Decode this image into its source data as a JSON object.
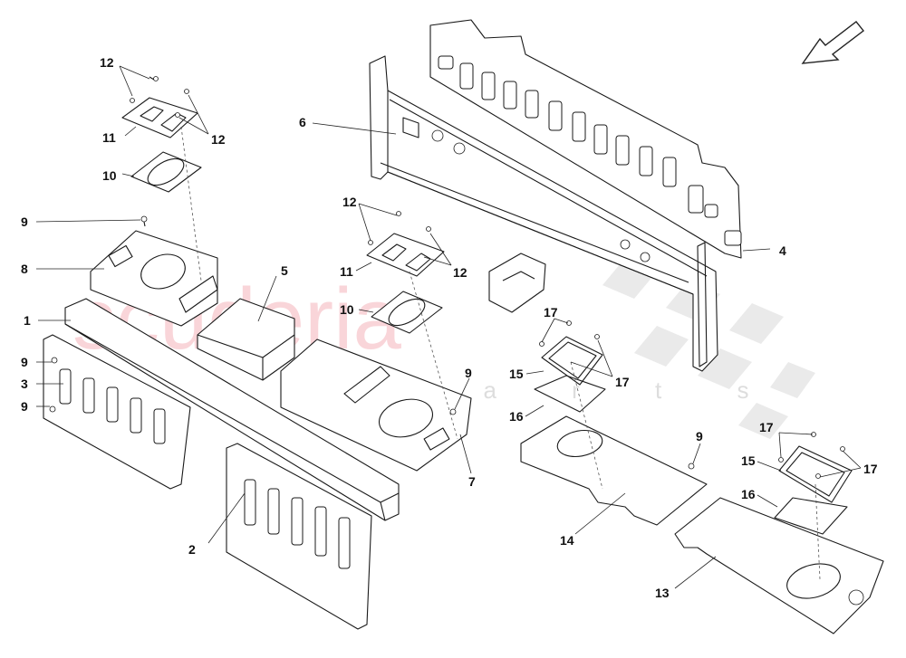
{
  "watermark": {
    "brand": "scuderia",
    "sub": "c a r p a r t s"
  },
  "callouts": {
    "c1": "1",
    "c2": "2",
    "c3": "3",
    "c4": "4",
    "c5": "5",
    "c6": "6",
    "c7": "7",
    "c8": "8",
    "c9a": "9",
    "c9b": "9",
    "c9c": "9",
    "c9d": "9",
    "c9e": "9",
    "c10a": "10",
    "c10b": "10",
    "c11a": "11",
    "c11b": "11",
    "c12a": "12",
    "c12b": "12",
    "c12c": "12",
    "c12d": "12",
    "c13": "13",
    "c14": "14",
    "c15a": "15",
    "c15b": "15",
    "c16a": "16",
    "c16b": "16",
    "c17a": "17",
    "c17b": "17",
    "c17c": "17",
    "c17d": "17"
  },
  "colors": {
    "line": "#1a1a1a",
    "watermark": "#f2a4ad",
    "flag": "#d9d9d9"
  }
}
